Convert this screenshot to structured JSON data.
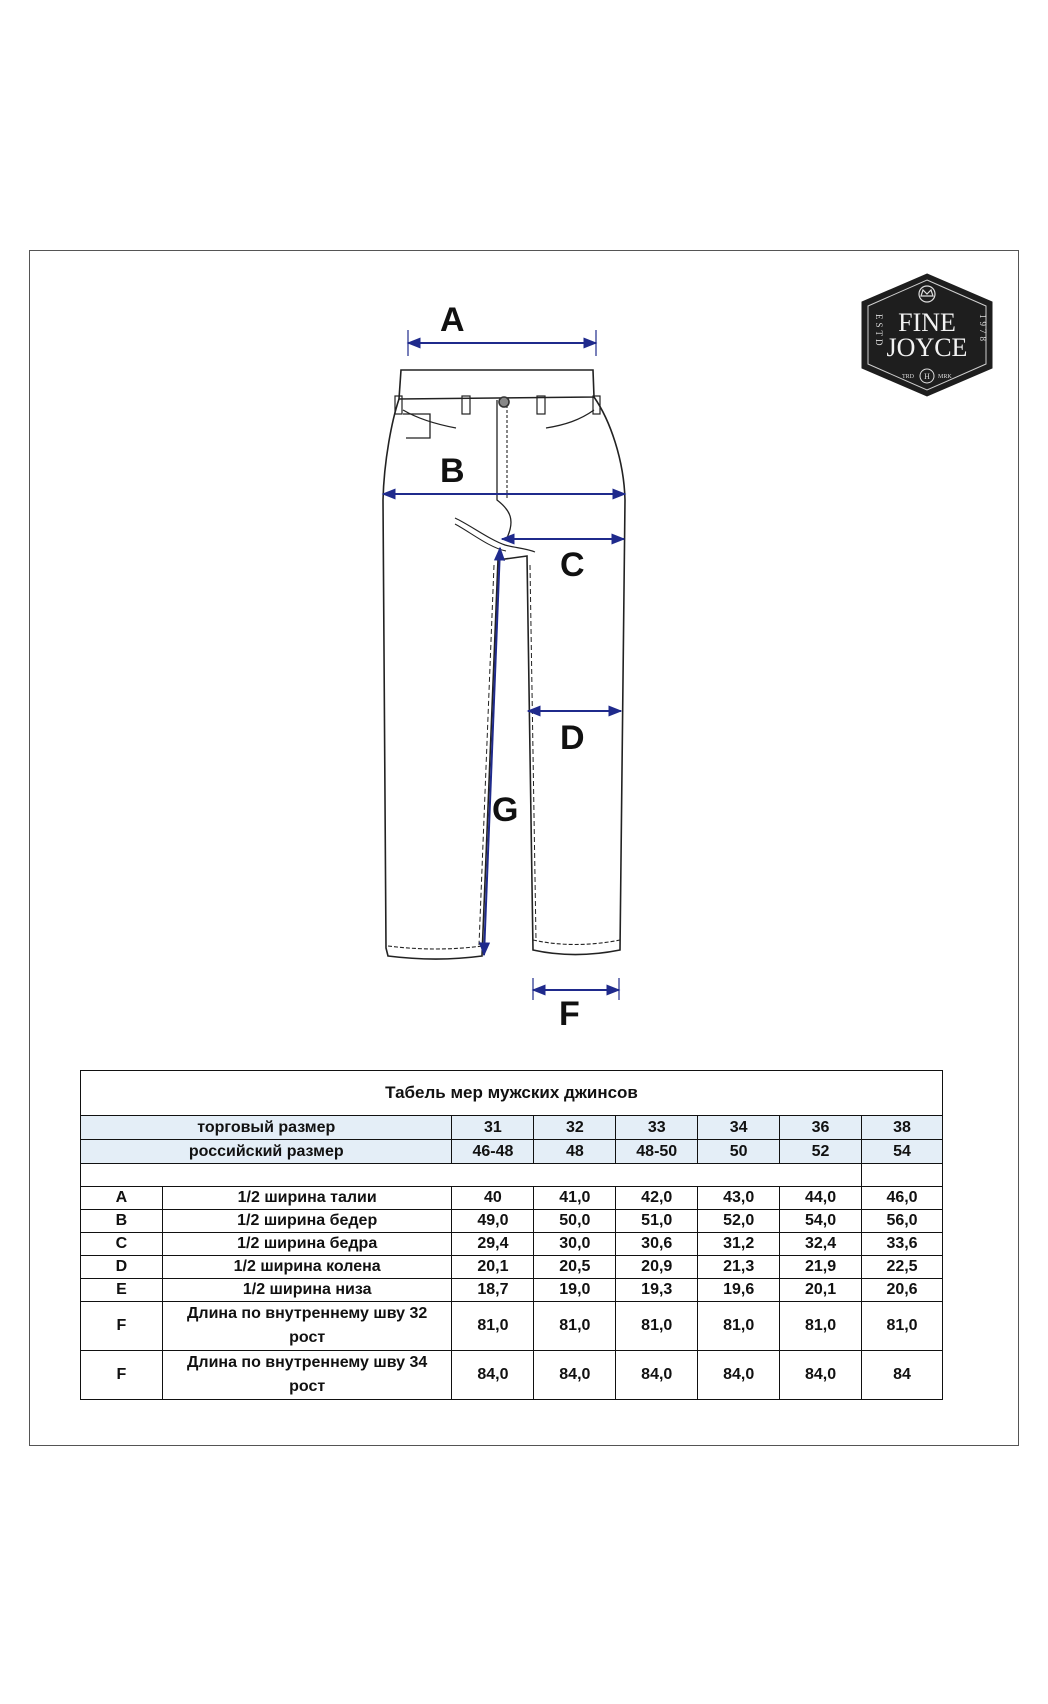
{
  "logo": {
    "line1": "FINE",
    "line2": "JOYCE",
    "left_text": "ESTD",
    "right_text": "1978",
    "bottom_left": "TRD",
    "bottom_right": "MRK",
    "monogram": "H"
  },
  "diagram": {
    "labels": [
      "A",
      "B",
      "C",
      "D",
      "G",
      "F"
    ]
  },
  "table": {
    "title": "Табель мер мужских джинсов",
    "trade_size_label": "торговый размер",
    "trade_sizes": [
      "31",
      "32",
      "33",
      "34",
      "36",
      "38"
    ],
    "ru_size_label": "российский размер",
    "ru_sizes": [
      "46-48",
      "48",
      "48-50",
      "50",
      "52",
      "54"
    ],
    "rows": [
      {
        "code": "A",
        "name": "1/2 ширина талии",
        "values": [
          "40",
          "41,0",
          "42,0",
          "43,0",
          "44,0",
          "46,0"
        ]
      },
      {
        "code": "B",
        "name": "1/2 ширина бедер",
        "values": [
          "49,0",
          "50,0",
          "51,0",
          "52,0",
          "54,0",
          "56,0"
        ]
      },
      {
        "code": "C",
        "name": "1/2 ширина бедра",
        "values": [
          "29,4",
          "30,0",
          "30,6",
          "31,2",
          "32,4",
          "33,6"
        ]
      },
      {
        "code": "D",
        "name": "1/2 ширина колена",
        "values": [
          "20,1",
          "20,5",
          "20,9",
          "21,3",
          "21,9",
          "22,5"
        ]
      },
      {
        "code": "E",
        "name": "1/2 ширина низа",
        "values": [
          "18,7",
          "19,0",
          "19,3",
          "19,6",
          "20,1",
          "20,6"
        ]
      },
      {
        "code": "F",
        "name": "Длина по внутреннему шву 32 рост",
        "values": [
          "81,0",
          "81,0",
          "81,0",
          "81,0",
          "81,0",
          "81,0"
        ]
      },
      {
        "code": "F",
        "name": "Длина по внутреннему шву 34 рост",
        "values": [
          "84,0",
          "84,0",
          "84,0",
          "84,0",
          "84,0",
          "84"
        ]
      }
    ]
  },
  "colors": {
    "dimension_line": "#1f2a8c",
    "outline": "#222222",
    "header_fill": "#e4eef7",
    "logo_fill": "#1e1e1e"
  }
}
